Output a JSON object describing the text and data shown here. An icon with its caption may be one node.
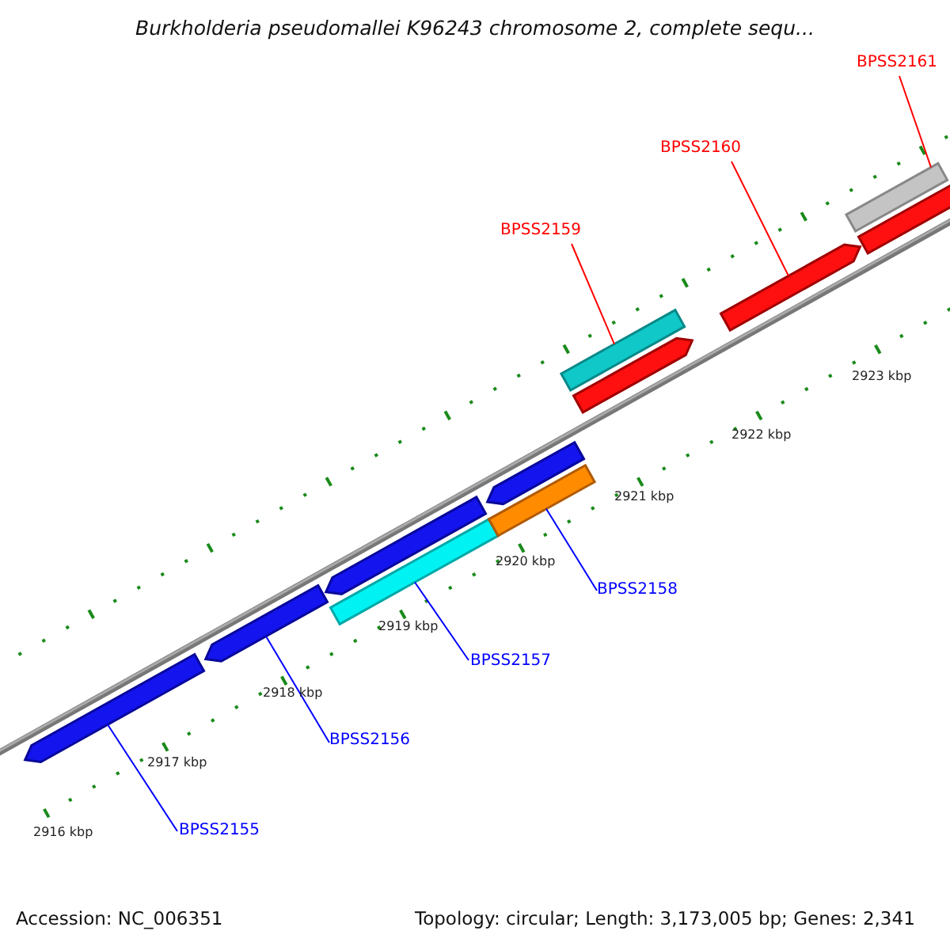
{
  "diagram": {
    "title": "Burkholderia pseudomallei K96243 chromosome 2, complete sequ...",
    "nodes": [
      {
        "text": [
          "BPSS2161"
        ]
      },
      {
        "text": [
          "BPSS2160"
        ]
      },
      {
        "text": [
          "BPSS2159"
        ]
      },
      {
        "text": [
          "BPSS2158"
        ]
      },
      {
        "text": [
          "BPSS2157"
        ]
      },
      {
        "text": [
          "BPSS2156"
        ]
      },
      {
        "text": [
          "BPSS2155"
        ]
      },
      {
        "text": [],
        "shape": "bar"
      },
      {
        "text": [],
        "shape": "bar"
      },
      {
        "text": [],
        "shape": "bar"
      },
      {
        "text": [],
        "shape": "bar"
      },
      {
        "text": [],
        "shape": "bar"
      },
      {
        "text": [],
        "shape": "bar"
      },
      {
        "text": [],
        "shape": "bar"
      },
      {
        "text": [],
        "shape": "bar"
      },
      {
        "text": [],
        "shape": "bar"
      },
      {
        "text": [],
        "shape": "bar"
      },
      {
        "text": [],
        "shape": "bar"
      }
    ],
    "edges": [
      {
        "from": 0,
        "to": 16,
        "arrow": "none",
        "color": "#ff0000"
      },
      {
        "from": 1,
        "to": 15,
        "arrow": "none",
        "color": "#ff0000"
      },
      {
        "from": 2,
        "to": 13,
        "arrow": "none",
        "color": "#ff0000"
      },
      {
        "from": 3,
        "to": 12,
        "arrow": "none"
      },
      {
        "from": 4,
        "to": 10,
        "arrow": "none"
      },
      {
        "from": 5,
        "to": 8,
        "arrow": "none"
      },
      {
        "from": 6,
        "to": 7,
        "arrow": "none"
      }
    ],
    "labels": [
      "2923 kbp",
      "2922 kbp",
      "2921 kbp",
      "2920 kbp",
      "2919 kbp",
      "2918 kbp",
      "2917 kbp",
      "2916 kbp",
      "Accession: NC_006351",
      "Topology: circular; Length: 3,173,005 bp; Genes: 2,341"
    ]
  }
}
